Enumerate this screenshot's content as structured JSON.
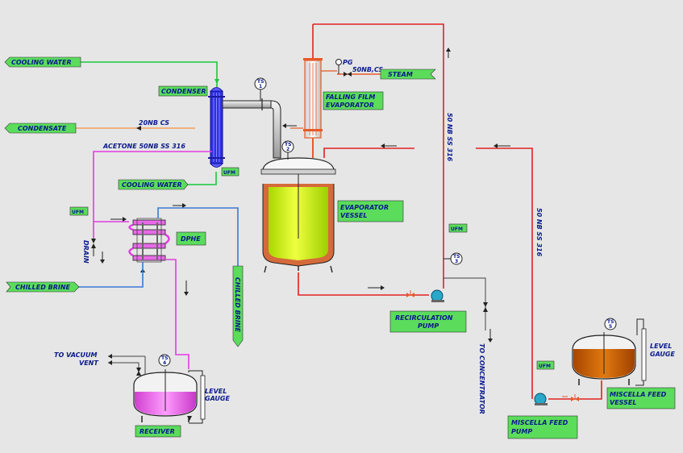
{
  "labels": {
    "cooling_water_top": "COOLING WATER",
    "condenser": "CONDENSER",
    "condensate": "CONDENSATE",
    "line_20nb_cs": "20NB CS",
    "acetone_line": "ACETONE  50NB  SS 316",
    "cooling_water_bottom": "COOLING WATER",
    "ufm": "UFM",
    "drain": "DRAIN",
    "dphe": "DPHE",
    "chilled_brine_in": "CHILLED BRINE",
    "chilled_brine_out": "CHILLED BRINE",
    "to_vacuum_vent_1": "TO VACUUM",
    "to_vacuum_vent_2": "VENT",
    "receiver": "RECEIVER",
    "level_gauge_1": "LEVEL",
    "level_gauge_2": "GAUGE",
    "pg": "PG",
    "steam_line": "50NB,CS",
    "steam": "STEAM",
    "ffe_1": "FALLING FILM",
    "ffe_2": "EVAPORATOR",
    "evap_vessel_1": "EVAPORATOR",
    "evap_vessel_2": "VESSEL",
    "recirc_pump_1": "RECIRCULATION",
    "recirc_pump_2": "PUMP",
    "to_concentrator": "TO CONCENTRATOR",
    "main_line": "50 NB SS 316",
    "feed_line": "50 NB SS 316",
    "miscella_vessel_1": "MISCELLA FEED",
    "miscella_vessel_2": "VESSEL",
    "miscella_pump_1": "MISCELLA FEED",
    "miscella_pump_2": "PUMP",
    "ts1_a": "TS",
    "ts1_b": "1",
    "ts2_a": "TS",
    "ts2_b": "2",
    "ts3_a": "TS",
    "ts3_b": "3",
    "ts4_a": "TS",
    "ts4_b": "4",
    "ts5_a": "TS",
    "ts5_b": "5"
  },
  "colors": {
    "background": "#e6e6e6",
    "label_box": "#5bdc5b",
    "label_text": "#0a1a8c",
    "cooling_water_line": "#19c83c",
    "steam_line": "#e85a2a",
    "recirc_line": "#e22222",
    "acetone_line": "#e23ce2",
    "brine_line": "#3c78d2",
    "vacuum_line": "#444444",
    "evaporator_fill": "#bff000",
    "receiver_fill": "#e85ae8",
    "miscella_fill": "#c85a00"
  }
}
